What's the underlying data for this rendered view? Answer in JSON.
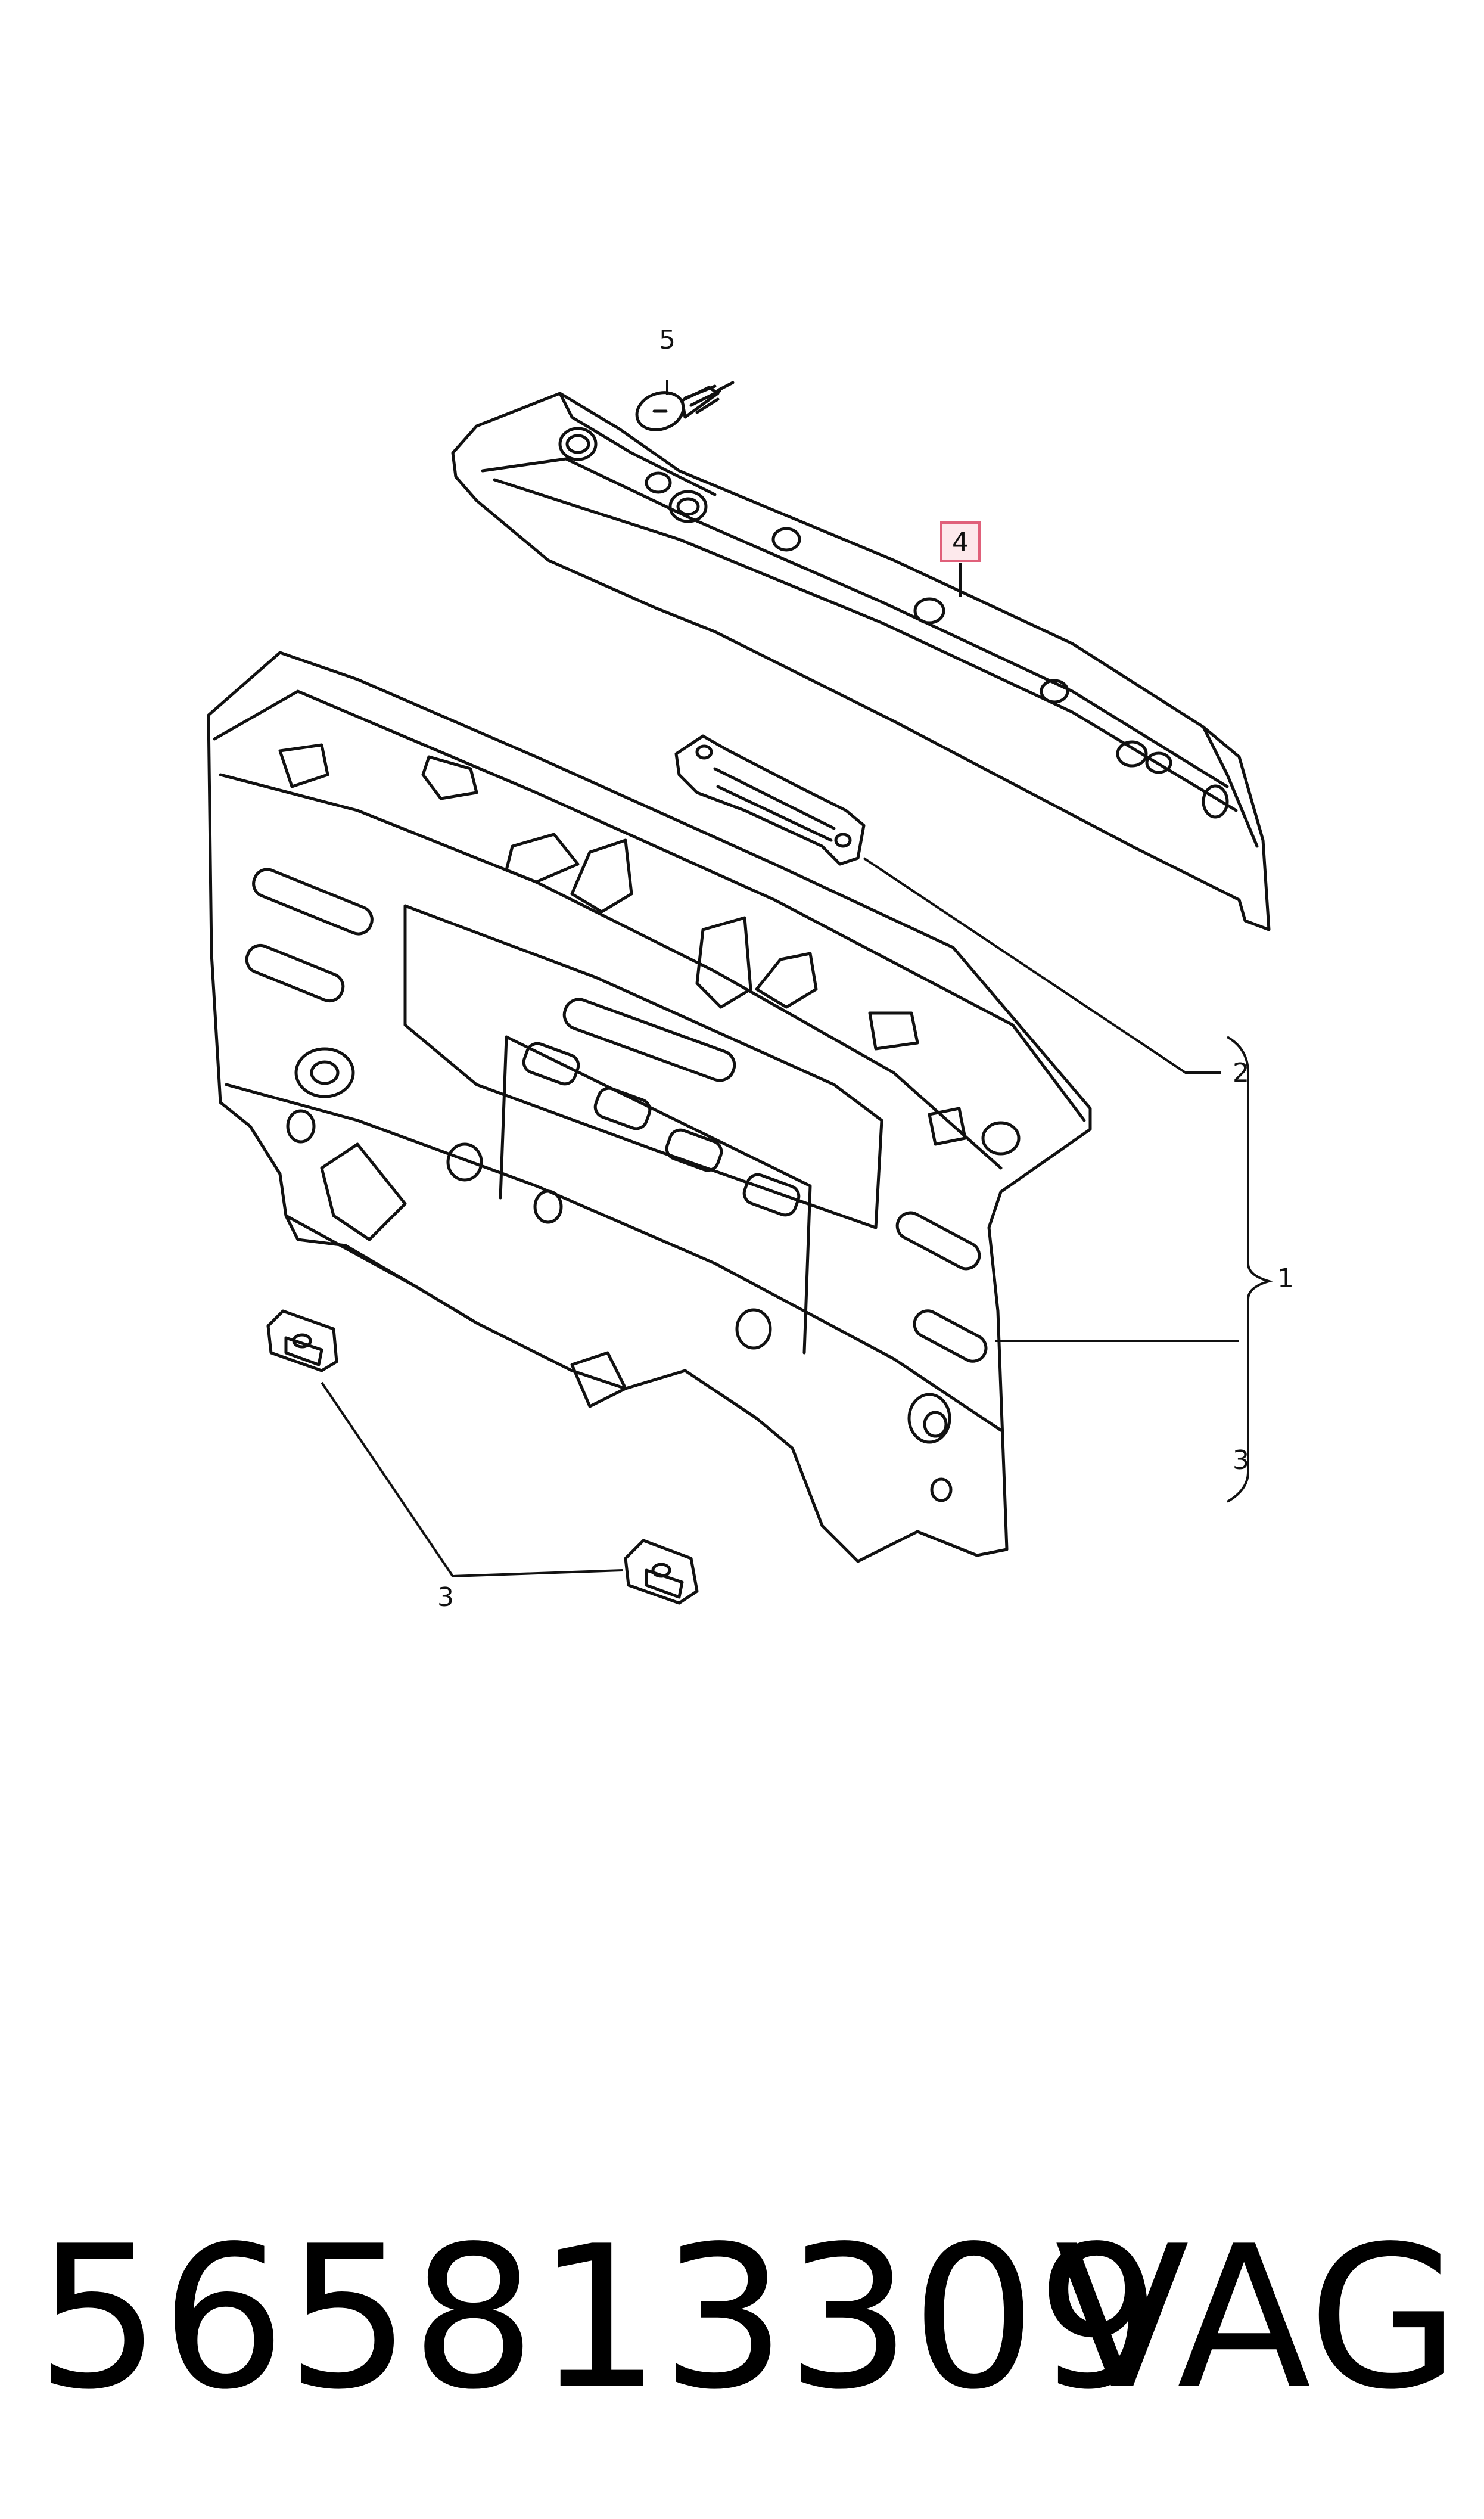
{
  "callouts": {
    "c1": "1",
    "c2": "2",
    "c3a": "3",
    "c3b": "3",
    "c4": "4",
    "c5": "5"
  },
  "highlight_color": "#e0607a",
  "footer": {
    "part_number": "565813309",
    "brand": "VAG"
  }
}
